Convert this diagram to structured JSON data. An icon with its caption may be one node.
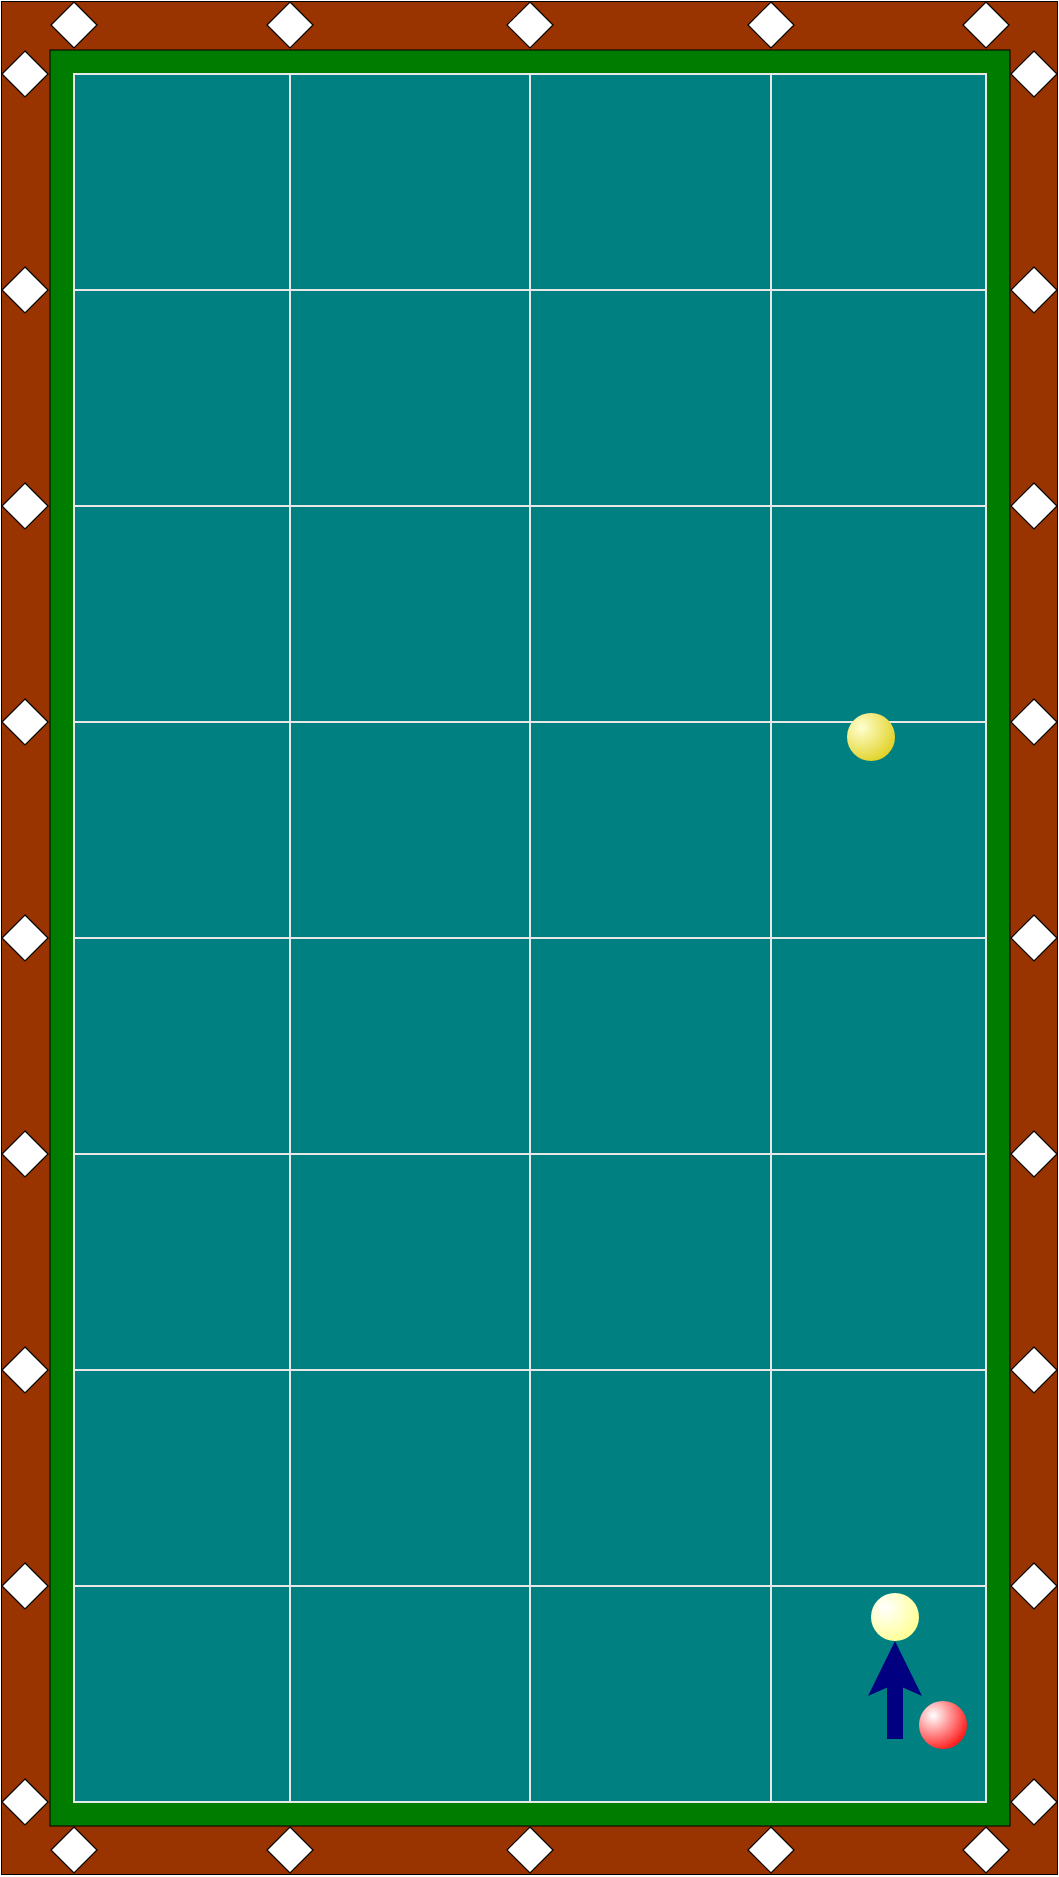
{
  "diagram": {
    "nodes": [
      {
        "text": [],
        "shape": "circle"
      },
      {
        "text": [],
        "shape": "circle"
      },
      {
        "text": [],
        "shape": "circle"
      }
    ],
    "edges": [
      {
        "from": null,
        "to": 1,
        "arrow": "to"
      }
    ]
  }
}
